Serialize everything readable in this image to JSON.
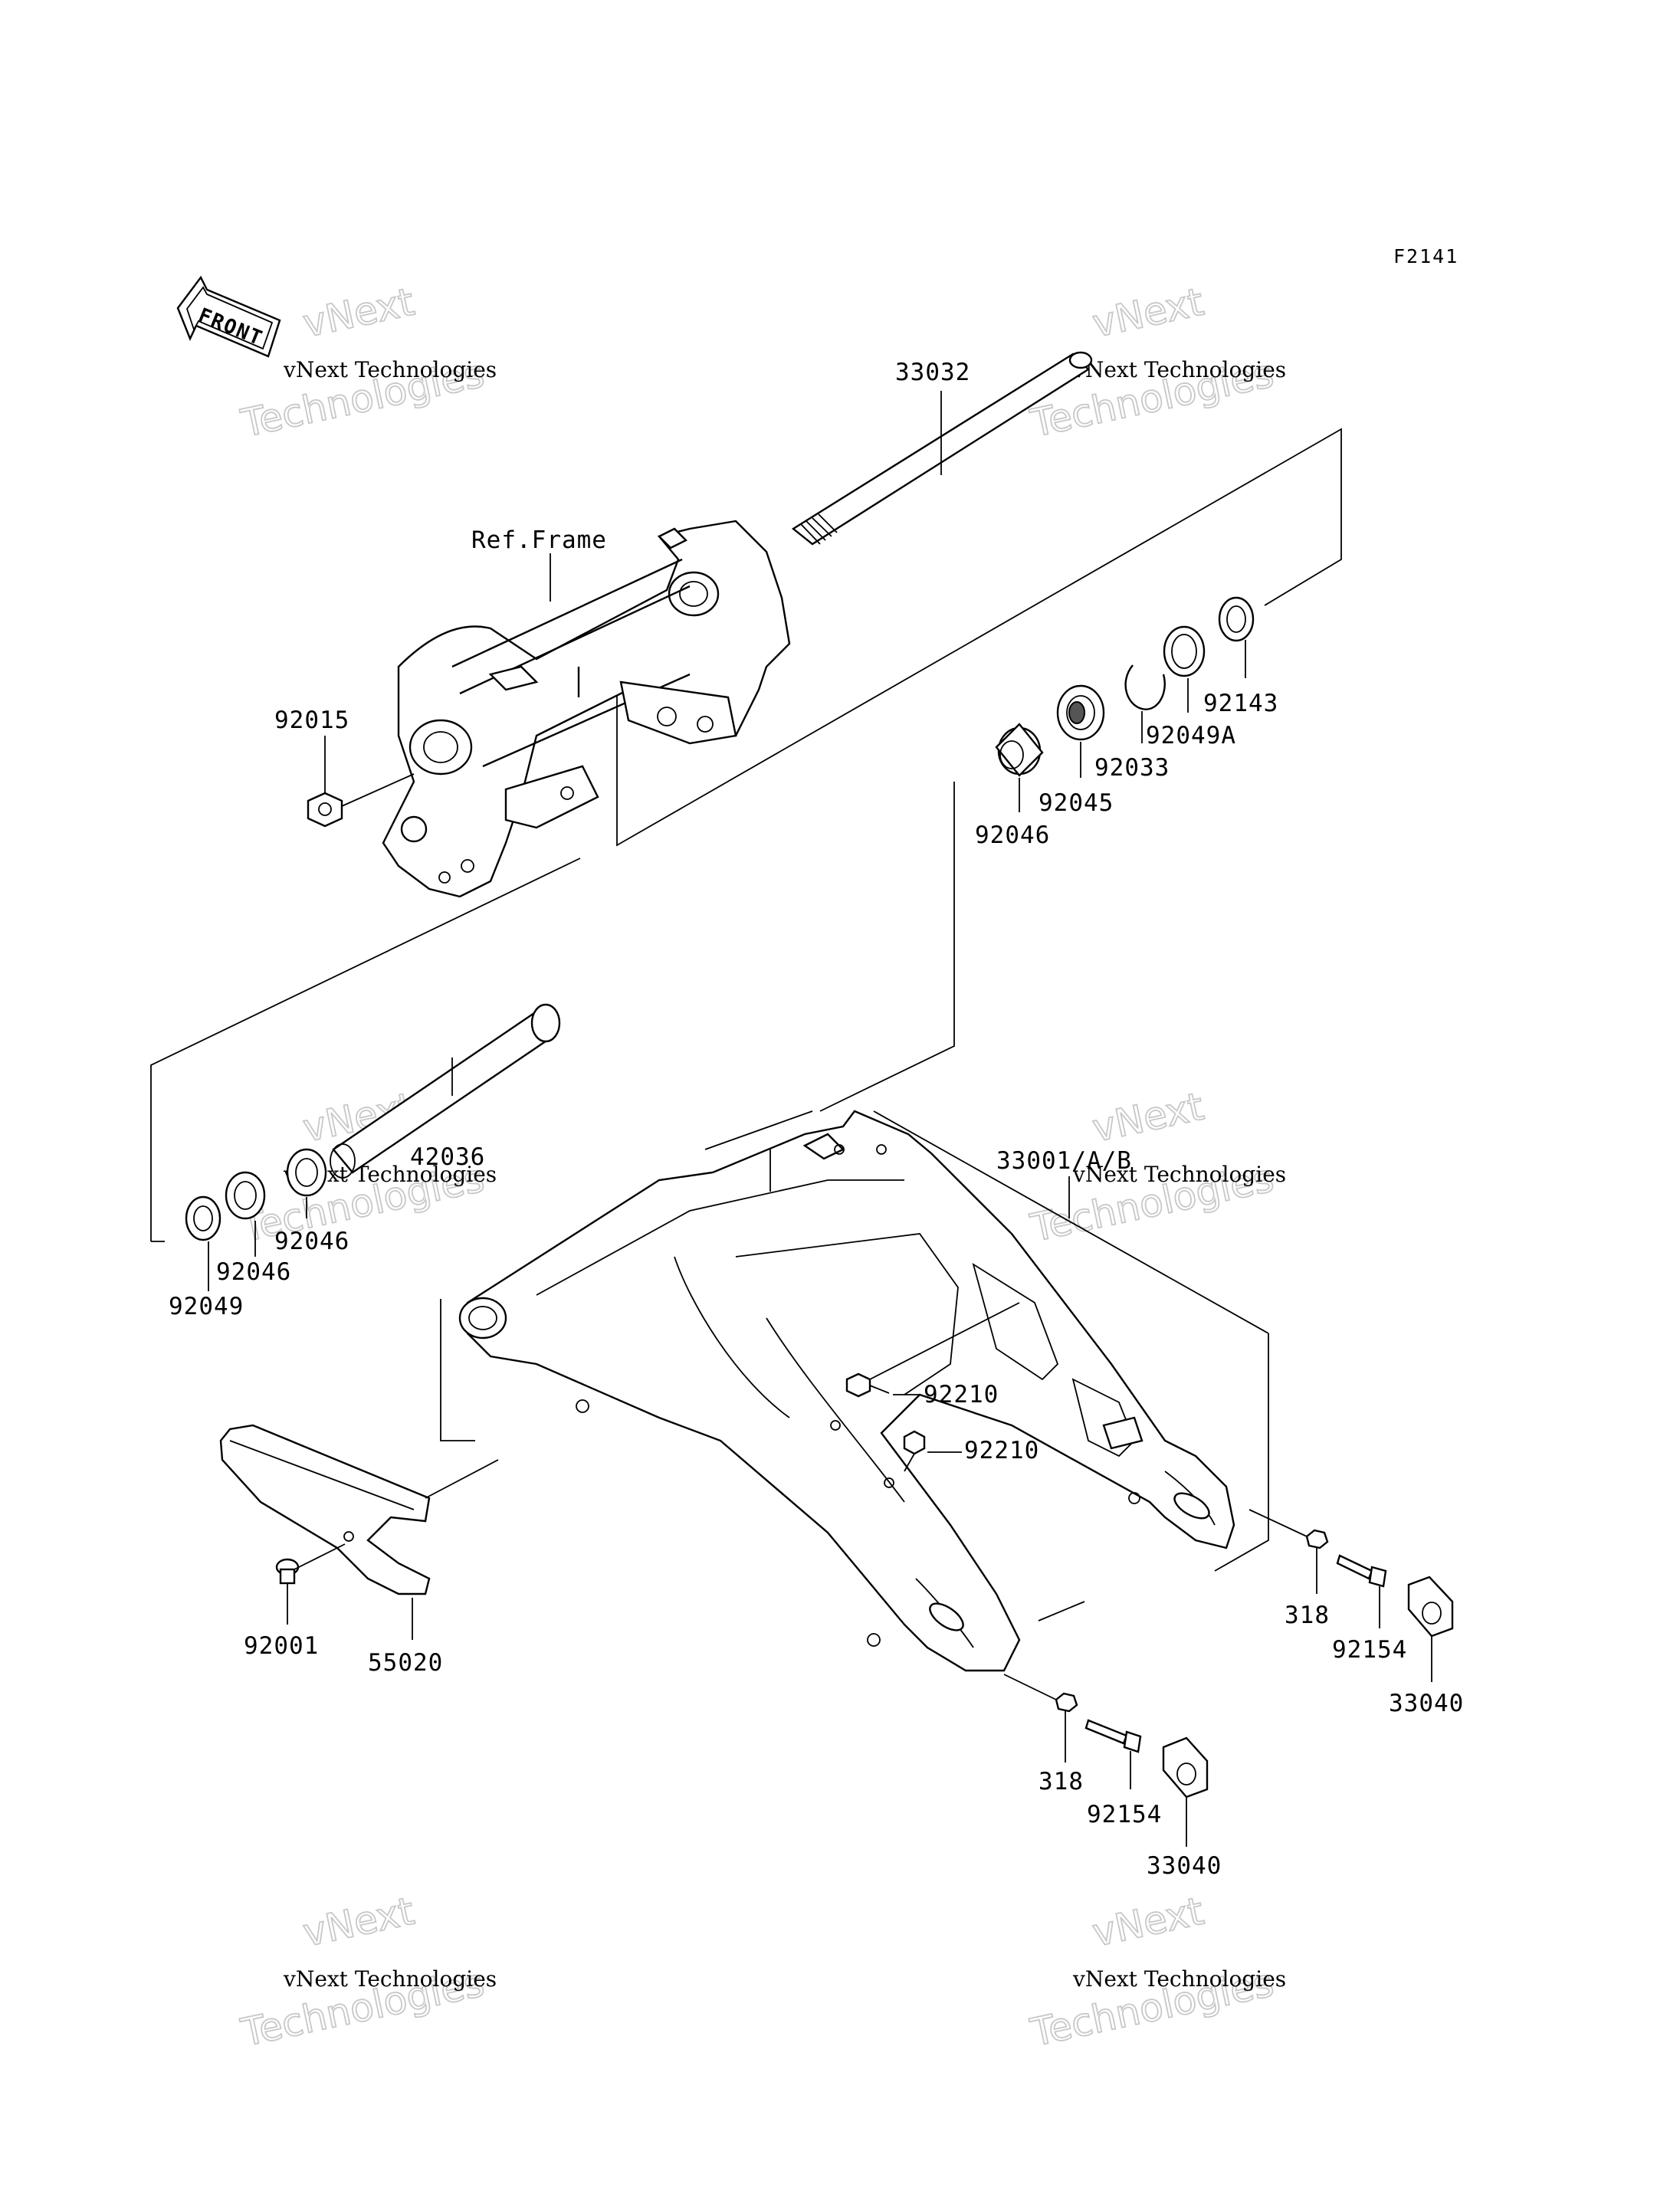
{
  "figure_code": "F2141",
  "front_arrow_label": "FRONT",
  "reference_label": "Ref.Frame",
  "parts": {
    "p33032": "33032",
    "p92015": "92015",
    "p92143": "92143",
    "p92049A": "92049A",
    "p92033": "92033",
    "p92045": "92045",
    "p92046_top": "92046",
    "p42036": "42036",
    "p92046_a": "92046",
    "p92046_b": "92046",
    "p92049": "92049",
    "p33001": "33001/A/B",
    "p92210_a": "92210",
    "p92210_b": "92210",
    "p92001": "92001",
    "p55020": "55020",
    "p318_a": "318",
    "p92154_a": "92154",
    "p33040_a": "33040",
    "p318_b": "318",
    "p92154_b": "92154",
    "p33040_b": "33040"
  },
  "watermark": {
    "company_small": "vNext Technologies",
    "word_vnext": "vNext",
    "word_technologies": "Technologies"
  }
}
